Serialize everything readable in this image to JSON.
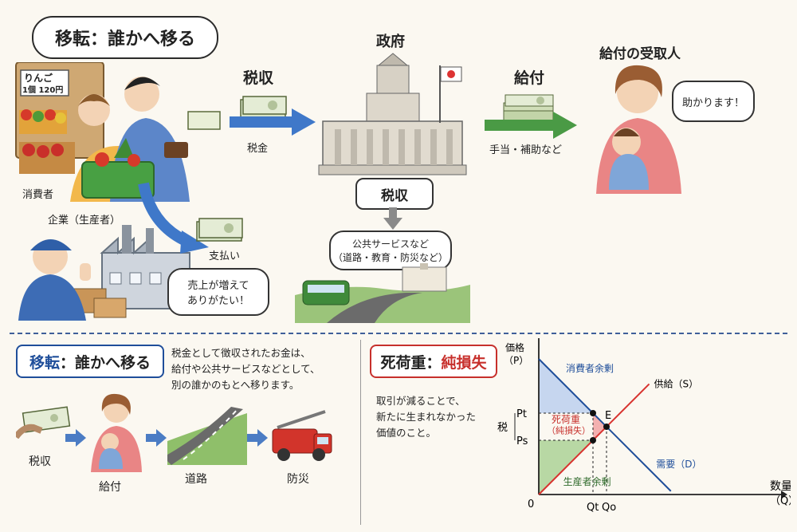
{
  "top": {
    "title_main": "移転",
    "title_rest": "：誰かへ移る",
    "consumer_label": "消費者",
    "firm_label": "企業（生産者）",
    "sign_line1": "りんご",
    "sign_line2": "1個 120円",
    "tax_arrow_top": "税収",
    "tax_arrow_bottom": "税金",
    "government_label": "政府",
    "tax_revenue_box": "税収",
    "public_service_line1": "公共サービスなど",
    "public_service_line2": "（道路・教育・防災など）",
    "benefit_arrow_top": "給付",
    "benefit_arrow_bottom": "手当・補助など",
    "recipient_label": "給付の受取人",
    "recipient_speech": "助かります！",
    "payment_label": "支払い",
    "firm_speech_line1": "売上が増えて",
    "firm_speech_line2": "ありがたい！"
  },
  "bottom_left": {
    "title_main": "移転",
    "title_rest": "：誰かへ移る",
    "desc_line1": "税金として徴収されたお金は、",
    "desc_line2": "給付や公共サービスなどとして、",
    "desc_line3": "別の誰かのもとへ移ります。",
    "flow_items": [
      "税収",
      "給付",
      "道路",
      "防災"
    ]
  },
  "bottom_right": {
    "title_main": "死荷重",
    "title_colon": "：",
    "title_sub": "純損失",
    "desc_line1": "取引が減ることで、",
    "desc_line2": "新たに生まれなかった",
    "desc_line3": "価値のこと。"
  },
  "chart_data": {
    "type": "line",
    "ylabel_line1": "価格",
    "ylabel_line2": "（P）",
    "xlabel_line1": "数量",
    "xlabel_line2": "（Q）",
    "origin": "0",
    "price_ticks": [
      "Pt",
      "Ps"
    ],
    "quantity_ticks": [
      "Qt",
      "Qo"
    ],
    "equilibrium_label": "E",
    "tax_label": "税",
    "consumer_surplus_label": "消費者余剰",
    "producer_surplus_label": "生産者余剰",
    "deadweight_label_line1": "死荷重",
    "deadweight_label_line2": "（純損失）",
    "series": [
      {
        "name": "供給（S）",
        "points": [
          [
            0,
            0
          ],
          [
            10,
            10
          ]
        ]
      },
      {
        "name": "需要（D）",
        "points": [
          [
            0,
            10
          ],
          [
            10,
            0
          ]
        ]
      }
    ],
    "values": {
      "equilibrium": [
        5,
        5
      ],
      "Qt": 4,
      "Qo": 5,
      "Pt": 6,
      "Ps": 4
    },
    "xlim": [
      0,
      12
    ],
    "ylim": [
      0,
      12
    ],
    "colors": {
      "supply": "#d8332f",
      "demand": "#1f4e9a",
      "consumer_surplus": "#c6d6ef",
      "producer_surplus": "#b8d8a4",
      "deadweight": "#f3b0b0"
    }
  },
  "colors": {
    "tax_arrow": "#3f78c9",
    "benefit_arrow": "#4a9a45",
    "flow_arrow": "#4b7cc4",
    "red_title": "#c7302c",
    "blue_title": "#1f4e9a"
  }
}
